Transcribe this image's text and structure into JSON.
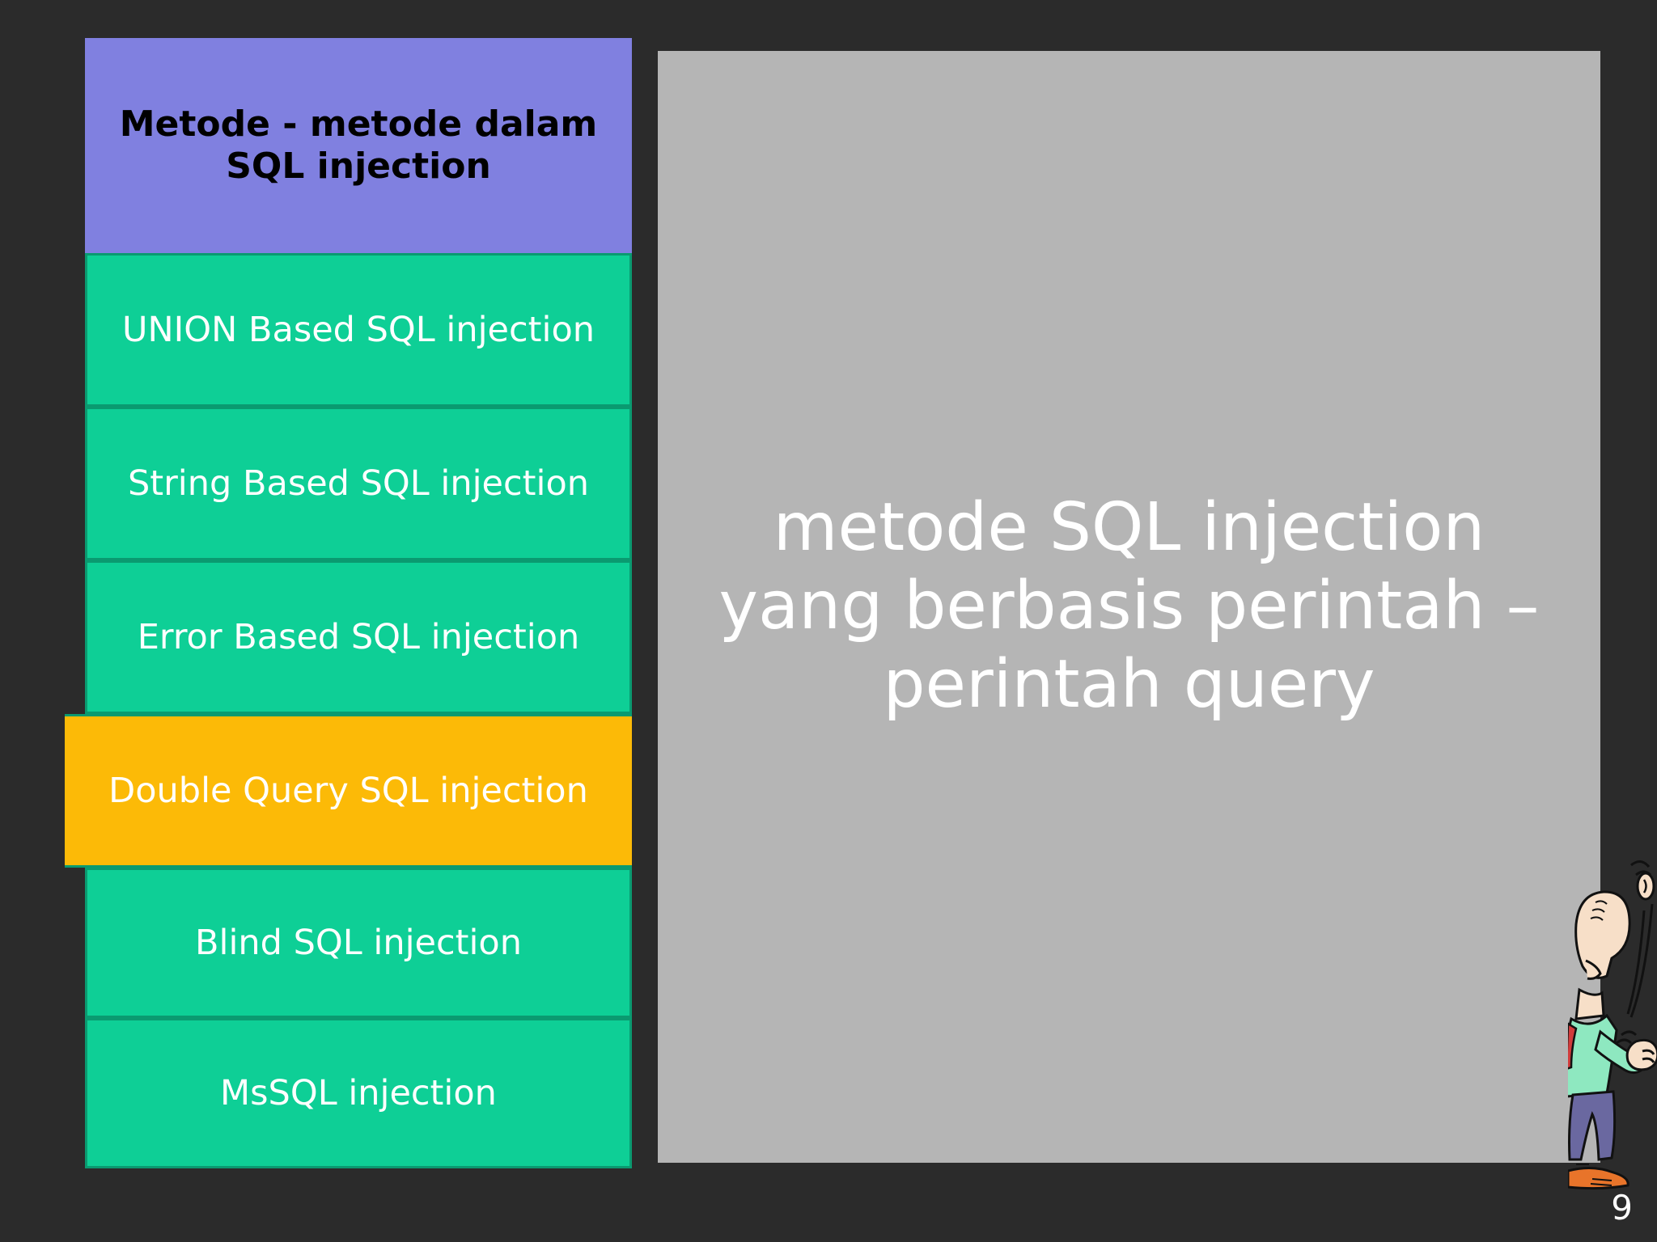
{
  "slide": {
    "page_number": "9",
    "background_color": "#2b2b2b"
  },
  "methods_panel": {
    "header": "Metode - metode dalam SQL injection",
    "header_color": "#8080e0",
    "items": [
      {
        "label": "UNION Based SQL injection",
        "color": "#0ecf96",
        "highlighted": false
      },
      {
        "label": "String Based SQL injection",
        "color": "#0ecf96",
        "highlighted": false
      },
      {
        "label": "Error Based SQL injection",
        "color": "#0ecf96",
        "highlighted": false
      },
      {
        "label": "Double Query SQL injection",
        "color": "#fcba07",
        "highlighted": true
      },
      {
        "label": "Blind SQL injection",
        "color": "#0ecf96",
        "highlighted": false
      },
      {
        "label": "MsSQL injection",
        "color": "#0ecf96",
        "highlighted": false
      }
    ]
  },
  "content_panel": {
    "background_color": "#b5b5b5",
    "text": "metode SQL injection yang berbasis perintah – perintah query"
  },
  "decoration": {
    "character": "cartoon-man-peeking"
  }
}
